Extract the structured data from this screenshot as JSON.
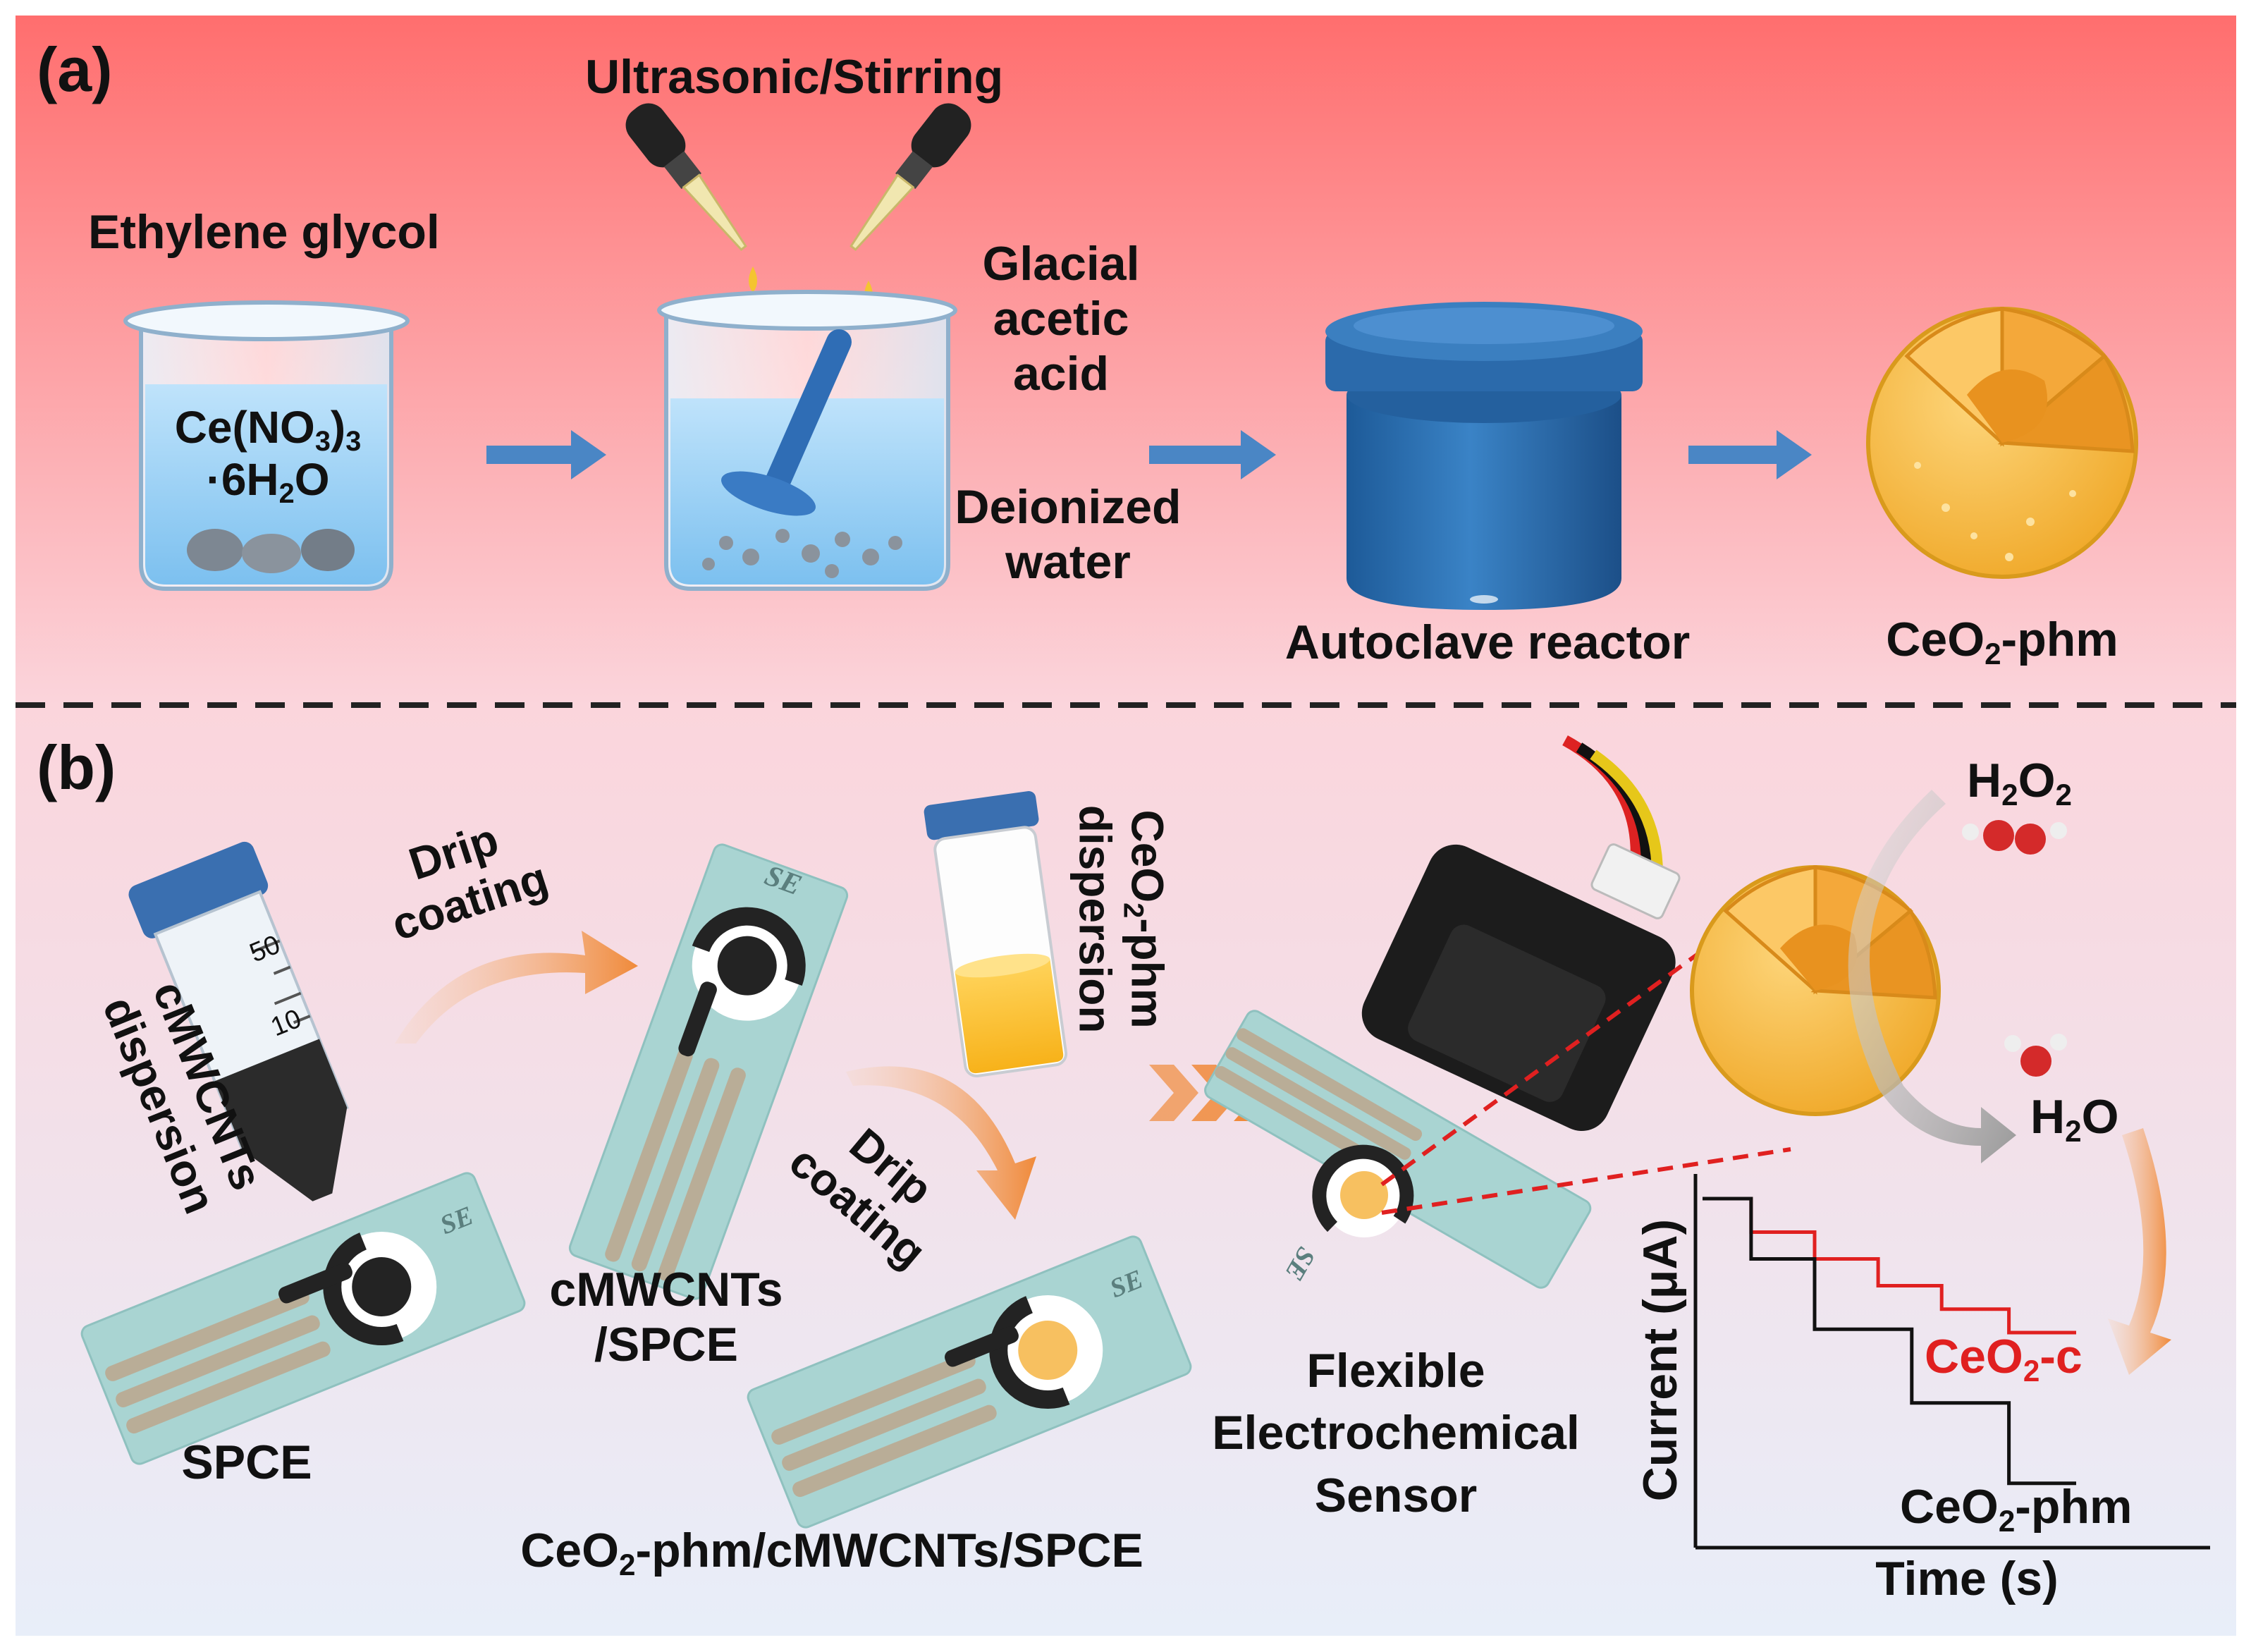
{
  "panel_a": {
    "panel_label": "(a)",
    "ultrasonic_label": "Ultrasonic/Stirring",
    "ethylene_label": "Ethylene glycol",
    "salt_line1": "Ce(NO",
    "salt_sub1": "3",
    "salt_close": ")",
    "salt_sub2": "3",
    "salt_line2_pre": "·6H",
    "salt_line2_sub": "2",
    "salt_line2_post": "O",
    "acid_line1": "Glacial",
    "acid_line2": "acetic",
    "acid_line3": "acid",
    "water_line1": "Deionized",
    "water_line2": "water",
    "autoclave_label": "Autoclave reactor",
    "product_pre": "CeO",
    "product_sub": "2",
    "product_post": "-phm"
  },
  "panel_b": {
    "panel_label": "(b)",
    "tube_line1": "cMWCNTs",
    "tube_line2": "dispersion",
    "tube_mark_50": "50",
    "tube_mark_10": "10",
    "drip1_line1": "Drip",
    "drip1_line2": "coating",
    "drip2_line1": "Drip",
    "drip2_line2": "coating",
    "electrode_mark": "SE",
    "spce_label": "SPCE",
    "cmwcnt_line1": "cMWCNTs",
    "cmwcnt_line2": "/SPCE",
    "vial_line1_pre": "CeO",
    "vial_line1_sub": "2",
    "vial_line1_post": "-phm",
    "vial_line2": "dispersion",
    "final_pre": "CeO",
    "final_sub": "2",
    "final_post": "-phm/cMWCNTs/SPCE",
    "sensor_line1": "Flexible",
    "sensor_line2": "Electrochemical",
    "sensor_line3": "Sensor",
    "h2o2_pre": "H",
    "h2o2_sub1": "2",
    "h2o2_mid": "O",
    "h2o2_sub2": "2",
    "h2o_pre": "H",
    "h2o_sub": "2",
    "h2o_post": "O"
  },
  "chart_data": {
    "type": "line",
    "xlabel": "Time (s)",
    "ylabel": "Current (μA)",
    "series": [
      {
        "name_pre": "CeO",
        "name_sub": "2",
        "name_post": "-c",
        "color": "#e02020",
        "x": [
          0,
          0.13,
          0.13,
          0.3,
          0.3,
          0.47,
          0.47,
          0.64,
          0.64,
          0.82,
          0.82,
          1.0
        ],
        "y": [
          1.0,
          1.0,
          0.9,
          0.9,
          0.82,
          0.82,
          0.74,
          0.74,
          0.67,
          0.67,
          0.6,
          0.6
        ]
      },
      {
        "name_pre": "CeO",
        "name_sub": "2",
        "name_post": "-phm",
        "color": "#111111",
        "x": [
          0,
          0.13,
          0.13,
          0.3,
          0.3,
          0.56,
          0.56,
          0.82,
          0.82,
          1.0
        ],
        "y": [
          1.0,
          1.0,
          0.82,
          0.82,
          0.61,
          0.61,
          0.39,
          0.39,
          0.15,
          0.15
        ]
      }
    ]
  },
  "colors": {
    "top_gradient_start": "#ff6b6b",
    "top_gradient_end": "#fbe3e8",
    "bottom_gradient_end": "#e9eef8",
    "arrow_blue": "#4a86c5",
    "autoclave_blue": "#2e6fb0",
    "ceria_orange": "#f6b93b",
    "electrode_teal": "#a9d4d2"
  }
}
